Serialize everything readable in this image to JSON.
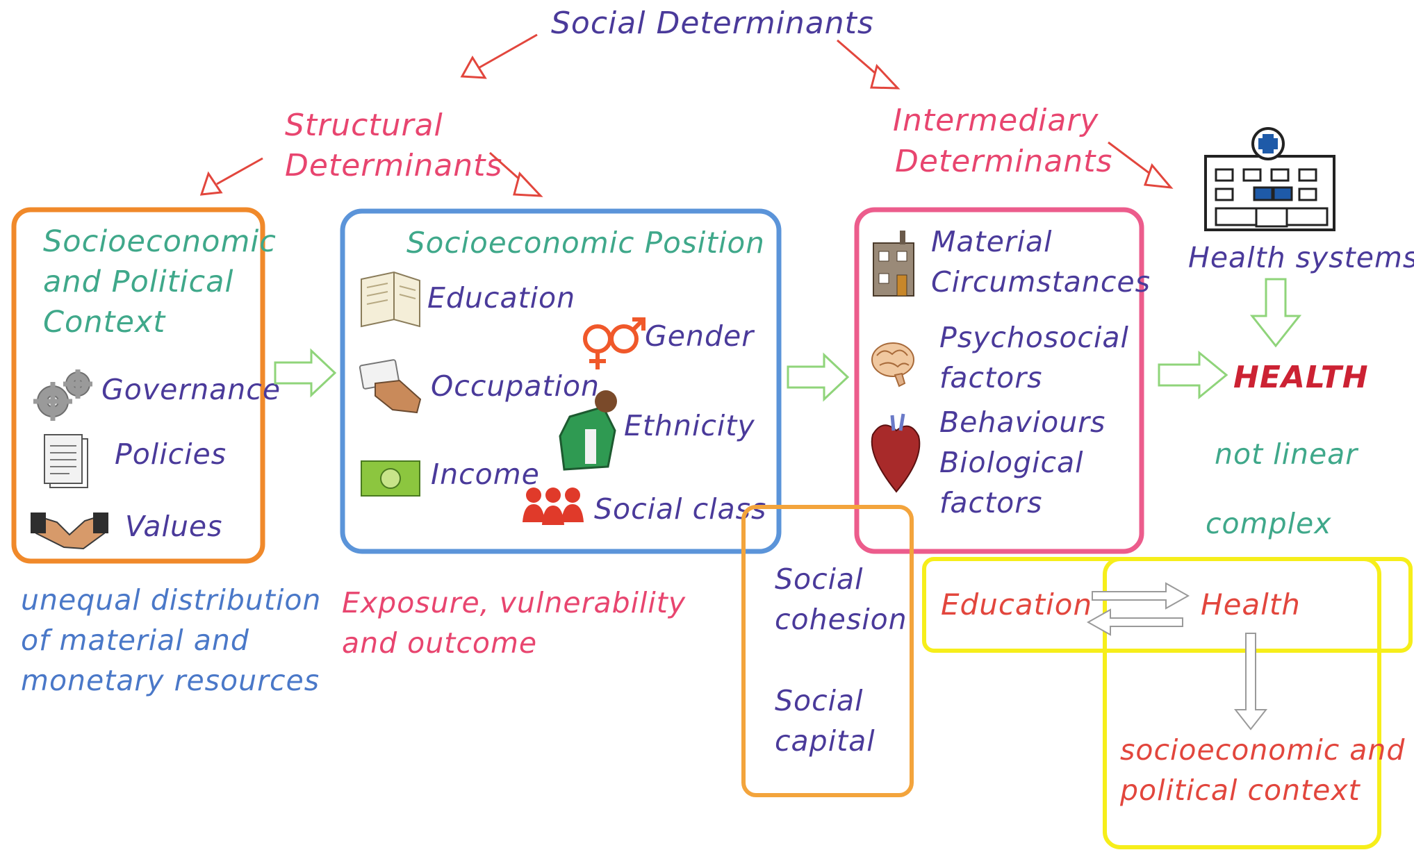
{
  "colors": {
    "purple": "#4a3a9a",
    "pink": "#e8456f",
    "red": "#e2463d",
    "teal": "#3fa88a",
    "blue": "#4a78c8",
    "orange": "#f0892a",
    "box_blue": "#5b94d9",
    "box_pink": "#ec5c8c",
    "amber": "#f3a43c",
    "yellow": "#f6ee1a",
    "green_arrow": "#8fd47a",
    "dark_red": "#cc2233",
    "gray": "#8a8a8a"
  },
  "labels": {
    "social_determinants": "Social Determinants",
    "structural_1": "Structural",
    "structural_2": "Determinants",
    "intermediary_1": "Intermediary",
    "intermediary_2": "Determinants",
    "context_1": "Socioeconomic",
    "context_2": "and Political",
    "context_3": "Context",
    "governance": "Governance",
    "policies": "Policies",
    "values": "Values",
    "position_title": "Socioeconomic Position",
    "education": "Education",
    "gender": "Gender",
    "occupation": "Occupation",
    "ethnicity": "Ethnicity",
    "income": "Income",
    "social_class": "Social class",
    "material_1": "Material",
    "material_2": "Circumstances",
    "psychosocial_1": "Psychosocial",
    "psychosocial_2": "factors",
    "behaviours": "Behaviours",
    "biological_1": "Biological",
    "biological_2": "factors",
    "health_systems": "Health systems",
    "health": "HEALTH",
    "not_linear": "not linear",
    "complex": "complex",
    "unequal_1": "unequal distribution",
    "unequal_2": "of material and",
    "unequal_3": "monetary resources",
    "exposure_1": "Exposure, vulnerability",
    "exposure_2": "and outcome",
    "cohesion_1": "Social",
    "cohesion_2": "cohesion",
    "capital_1": "Social",
    "capital_2": "capital",
    "edu_loop": "Education",
    "health_loop": "Health",
    "context_loop_1": "socioeconomic and",
    "context_loop_2": "political context"
  }
}
